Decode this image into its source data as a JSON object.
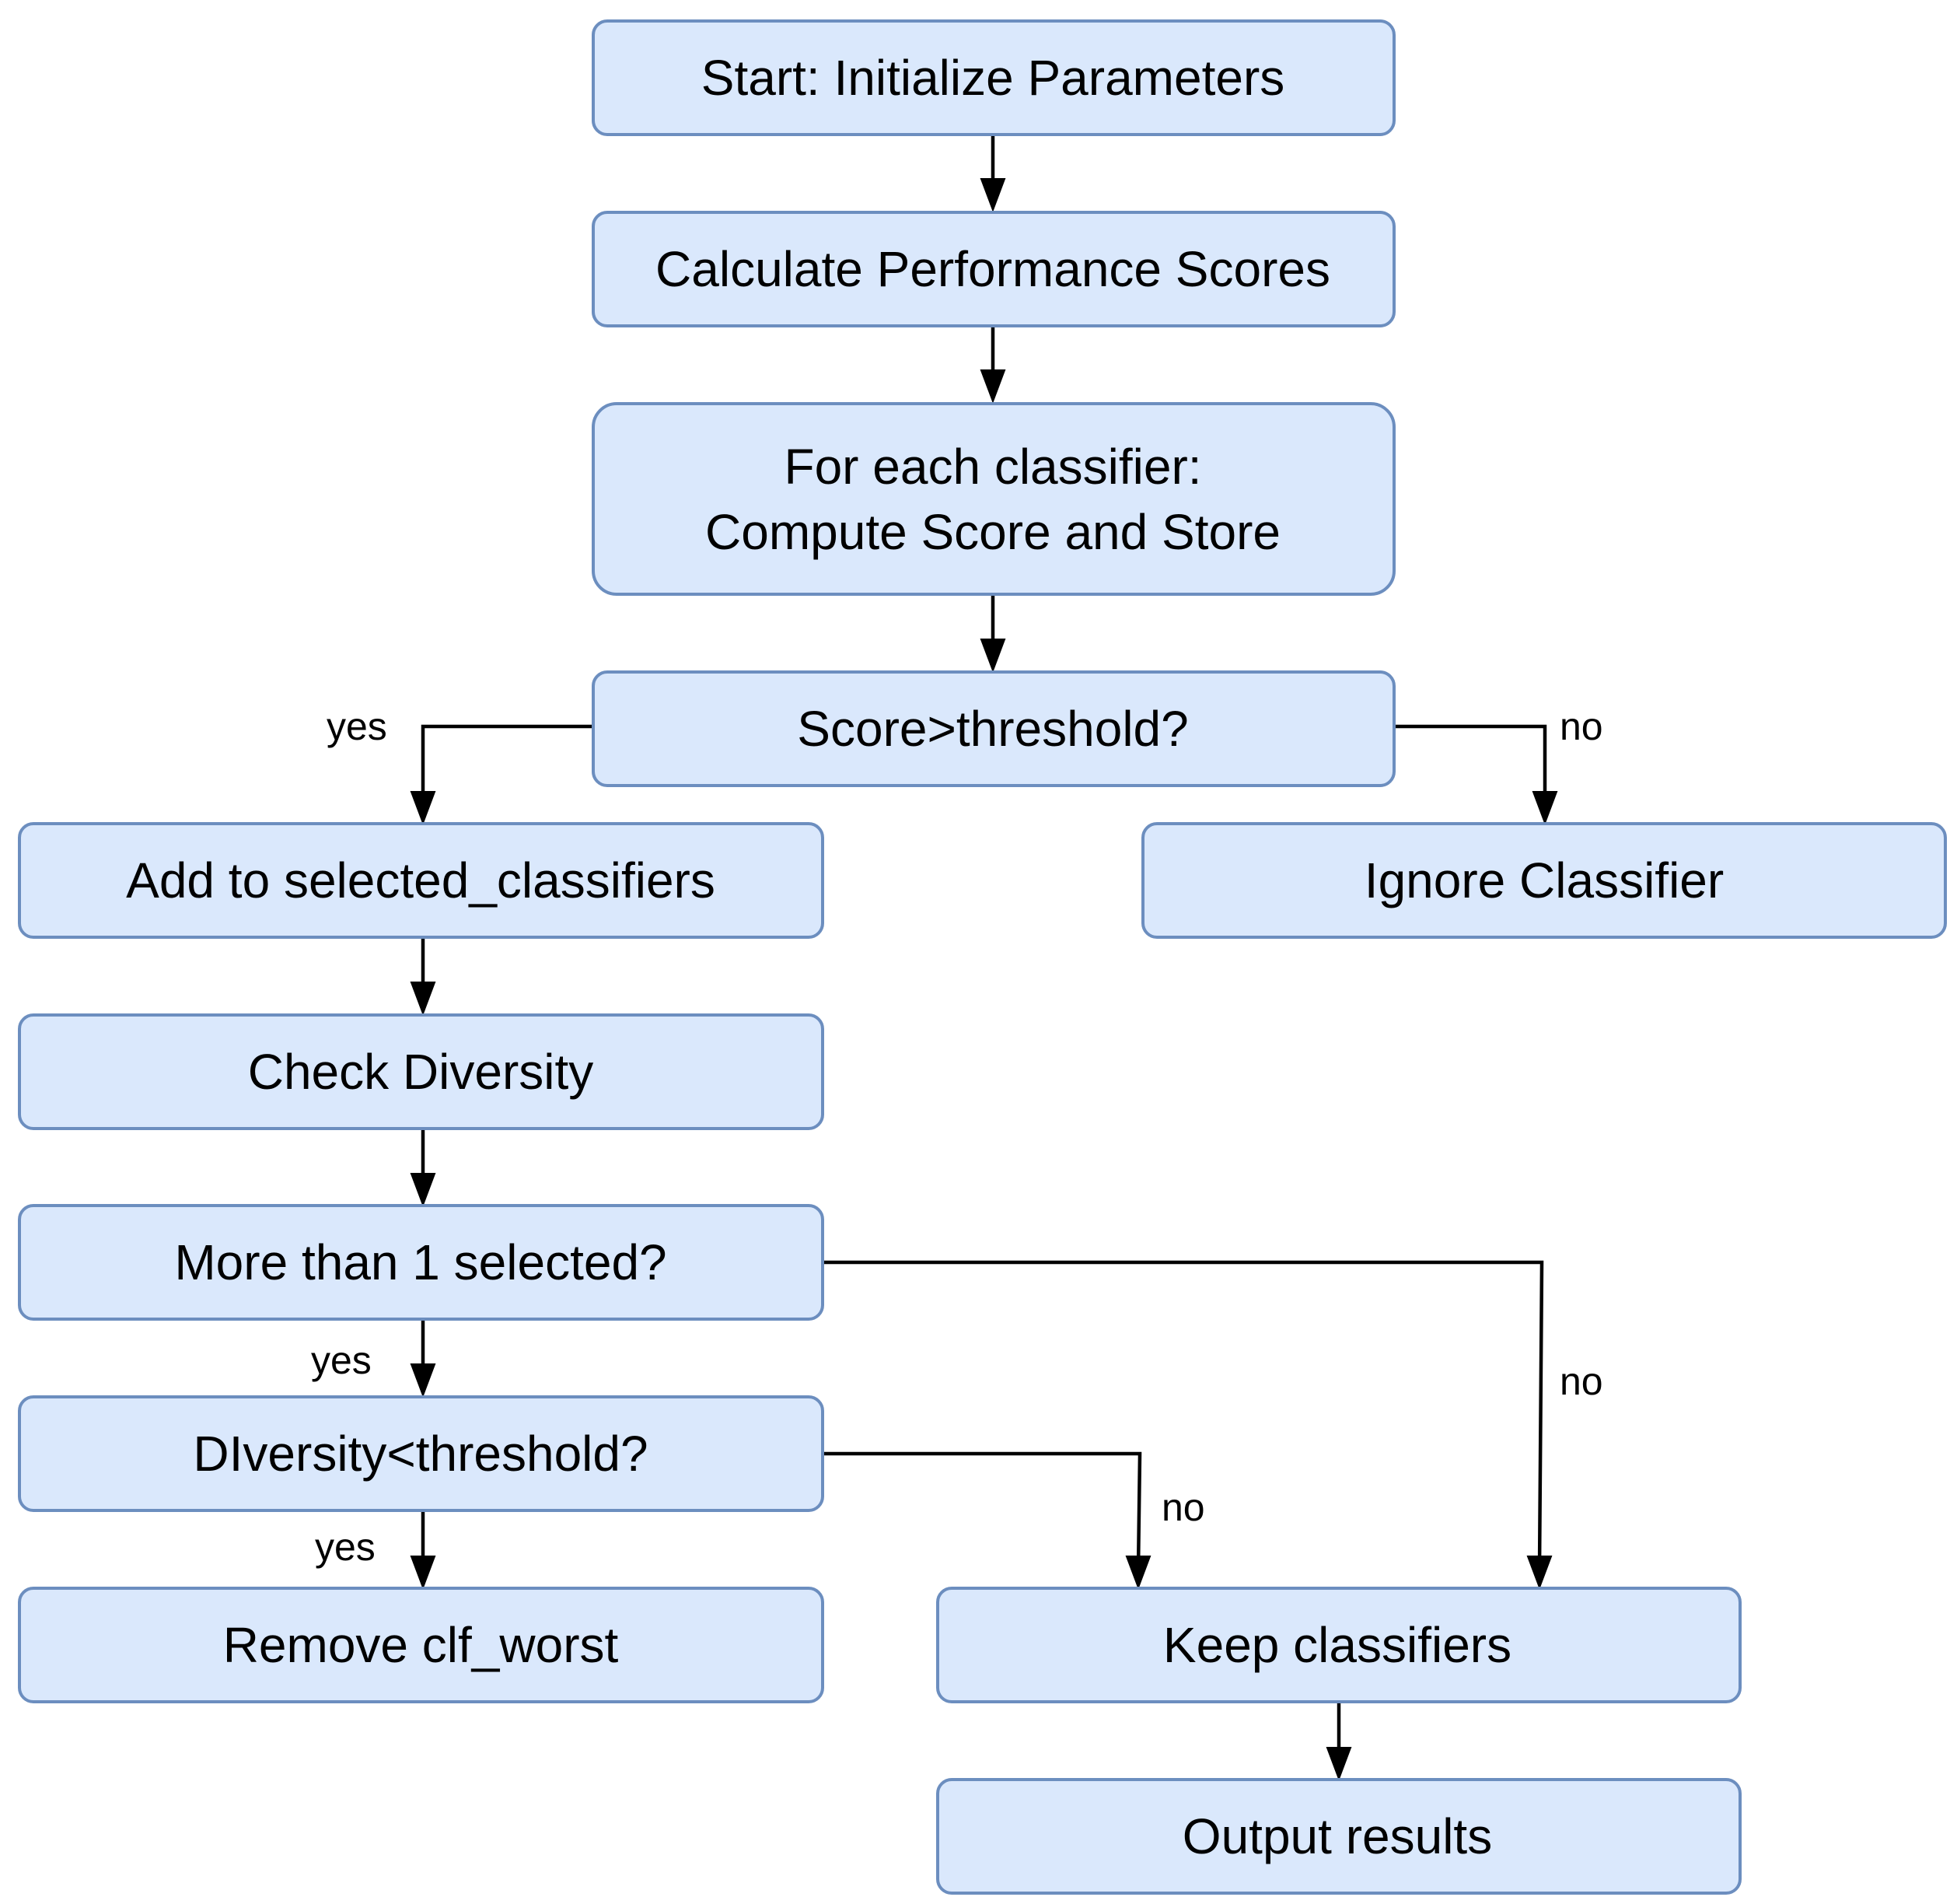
{
  "colors": {
    "node_fill": "#dae8fc",
    "node_stroke": "#6c8ebf",
    "edge": "#000000",
    "text": "#000000",
    "background": "#ffffff"
  },
  "nodes": {
    "start": "Start: Initialize Parameters",
    "calc_scores": "Calculate Performance Scores",
    "for_each_line1": "For each classifier:",
    "for_each_line2": "Compute Score and Store",
    "score_decision": "Score>threshold?",
    "add_selected": "Add to selected_classifiers",
    "ignore": "Ignore Classifier",
    "check_diversity": "Check Diversity",
    "more_than_one": "More than 1 selected?",
    "diversity_decision": "DIversity<threshold?",
    "remove_worst": "Remove clf_worst",
    "keep": "Keep classifiers",
    "output": "Output results"
  },
  "edge_labels": {
    "score_yes": "yes",
    "score_no": "no",
    "more_yes": "yes",
    "more_no": "no",
    "diversity_yes": "yes",
    "diversity_no": "no"
  }
}
